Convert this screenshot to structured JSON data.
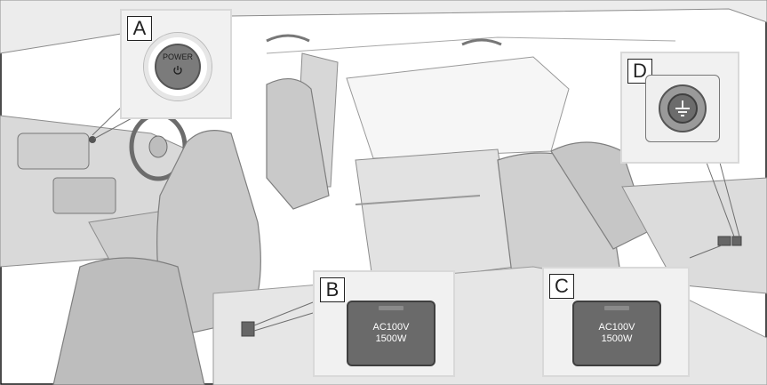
{
  "callouts": {
    "a": {
      "letter": "A",
      "button_label": "POWER",
      "icon": "power-icon"
    },
    "b": {
      "letter": "B",
      "outlet_line1": "AC100V",
      "outlet_line2": "1500W"
    },
    "c": {
      "letter": "C",
      "outlet_line1": "AC100V",
      "outlet_line2": "1500W"
    },
    "d": {
      "letter": "D",
      "icon": "ground-terminal-icon"
    }
  },
  "colors": {
    "line_art": "#8c8c8c",
    "callout_background": "#f1f1f1",
    "outlet_cover": "#6a6a6a"
  }
}
